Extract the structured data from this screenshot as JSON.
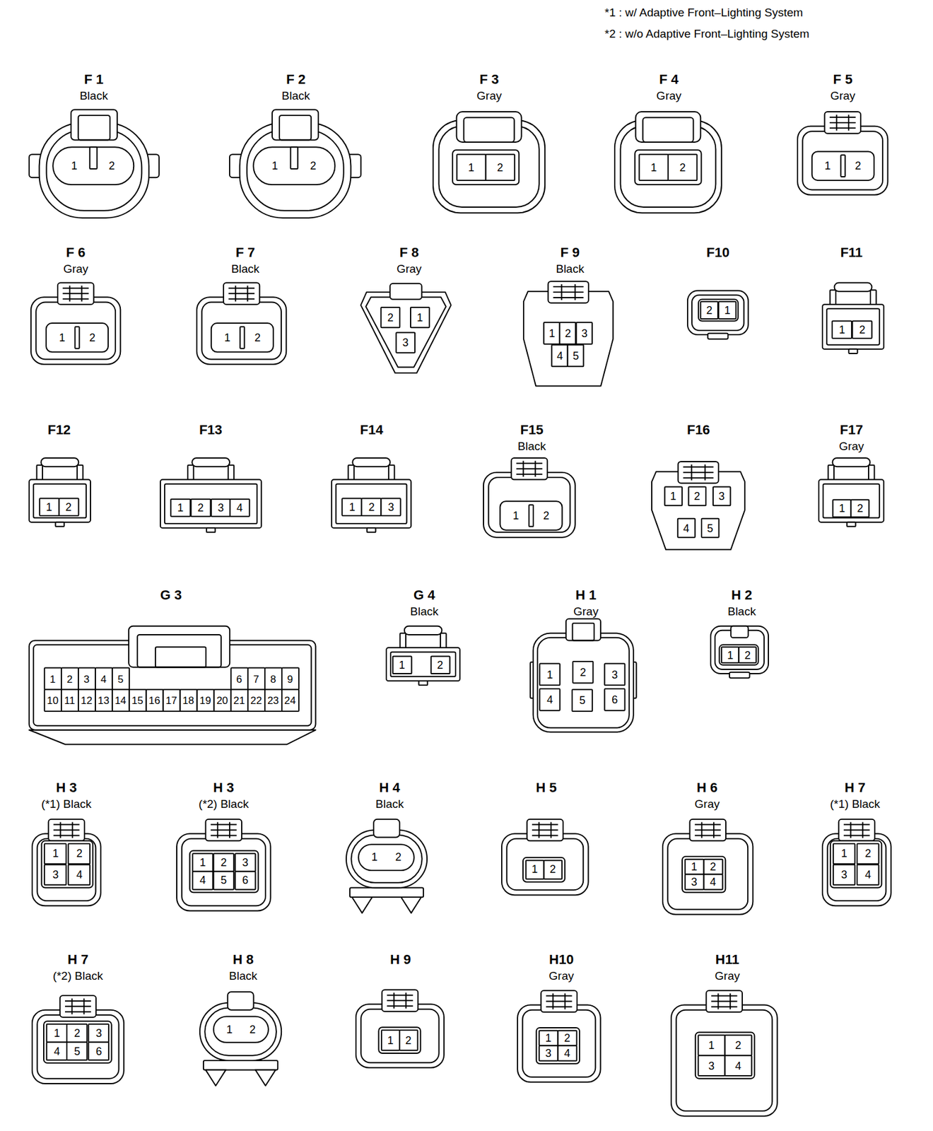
{
  "diagram": {
    "nodes": [
      {
        "text": [
          "F 1",
          "Black",
          "1",
          "2"
        ]
      },
      {
        "text": [
          "F 2",
          "Black",
          "1",
          "2"
        ]
      },
      {
        "text": [
          "F 3",
          "Gray",
          "1",
          "2"
        ]
      },
      {
        "text": [
          "F 4",
          "Gray",
          "1",
          "2"
        ]
      },
      {
        "text": [
          "F 5",
          "Gray",
          "1",
          "2"
        ]
      },
      {
        "text": [
          "F 6",
          "Gray",
          "1",
          "2"
        ]
      },
      {
        "text": [
          "F 7",
          "Black",
          "1",
          "2"
        ]
      },
      {
        "text": [
          "F 8",
          "Gray",
          "2",
          "1",
          "3"
        ]
      },
      {
        "text": [
          "F 9",
          "Black",
          "1",
          "2",
          "3",
          "4",
          "5"
        ]
      },
      {
        "text": [
          "F10",
          "2",
          "1"
        ]
      },
      {
        "text": [
          "F11",
          "1",
          "2"
        ]
      },
      {
        "text": [
          "F12",
          "1",
          "2"
        ]
      },
      {
        "text": [
          "F13",
          "1",
          "2",
          "3",
          "4"
        ]
      },
      {
        "text": [
          "F14",
          "1",
          "2",
          "3"
        ]
      },
      {
        "text": [
          "F15",
          "Black",
          "1",
          "2"
        ]
      },
      {
        "text": [
          "F16",
          "1",
          "2",
          "3",
          "4",
          "5"
        ]
      },
      {
        "text": [
          "F17",
          "Gray",
          "1",
          "2"
        ]
      },
      {
        "text": [
          "G 3",
          "1",
          "2",
          "3",
          "4",
          "5",
          "6",
          "7",
          "8",
          "9",
          "10",
          "11",
          "12",
          "13",
          "14",
          "15",
          "16",
          "17",
          "18",
          "19",
          "20",
          "21",
          "22",
          "23",
          "24"
        ]
      },
      {
        "text": [
          "G 4",
          "Black",
          "1",
          "2"
        ]
      },
      {
        "text": [
          "H 1",
          "Gray",
          "1",
          "2",
          "3",
          "4",
          "5",
          "6"
        ]
      },
      {
        "text": [
          "H 2",
          "Black",
          "1",
          "2"
        ]
      },
      {
        "text": [
          "H 3",
          "(*1) Black",
          "1",
          "2",
          "3",
          "4"
        ]
      },
      {
        "text": [
          "H 3",
          "(*2) Black",
          "1",
          "2",
          "3",
          "4",
          "5",
          "6"
        ]
      },
      {
        "text": [
          "H 4",
          "Black",
          "1",
          "2"
        ]
      },
      {
        "text": [
          "H 5",
          "1",
          "2"
        ]
      },
      {
        "text": [
          "H 6",
          "Gray",
          "1",
          "2",
          "3",
          "4"
        ]
      },
      {
        "text": [
          "H 7",
          "(*1) Black",
          "1",
          "2",
          "3",
          "4"
        ]
      },
      {
        "text": [
          "H 7",
          "(*2) Black",
          "1",
          "2",
          "3",
          "4",
          "5",
          "6"
        ]
      },
      {
        "text": [
          "H 8",
          "Black",
          "1",
          "2"
        ]
      },
      {
        "text": [
          "H 9",
          "1",
          "2"
        ]
      },
      {
        "text": [
          "H10",
          "Gray",
          "1",
          "2",
          "3",
          "4"
        ]
      },
      {
        "text": [
          "H11",
          "Gray",
          "1",
          "2",
          "3",
          "4"
        ]
      }
    ],
    "labels": [
      "*1 : w/ Adaptive Front–Lighting System",
      "*2 : w/o Adaptive Front–Lighting System"
    ]
  }
}
